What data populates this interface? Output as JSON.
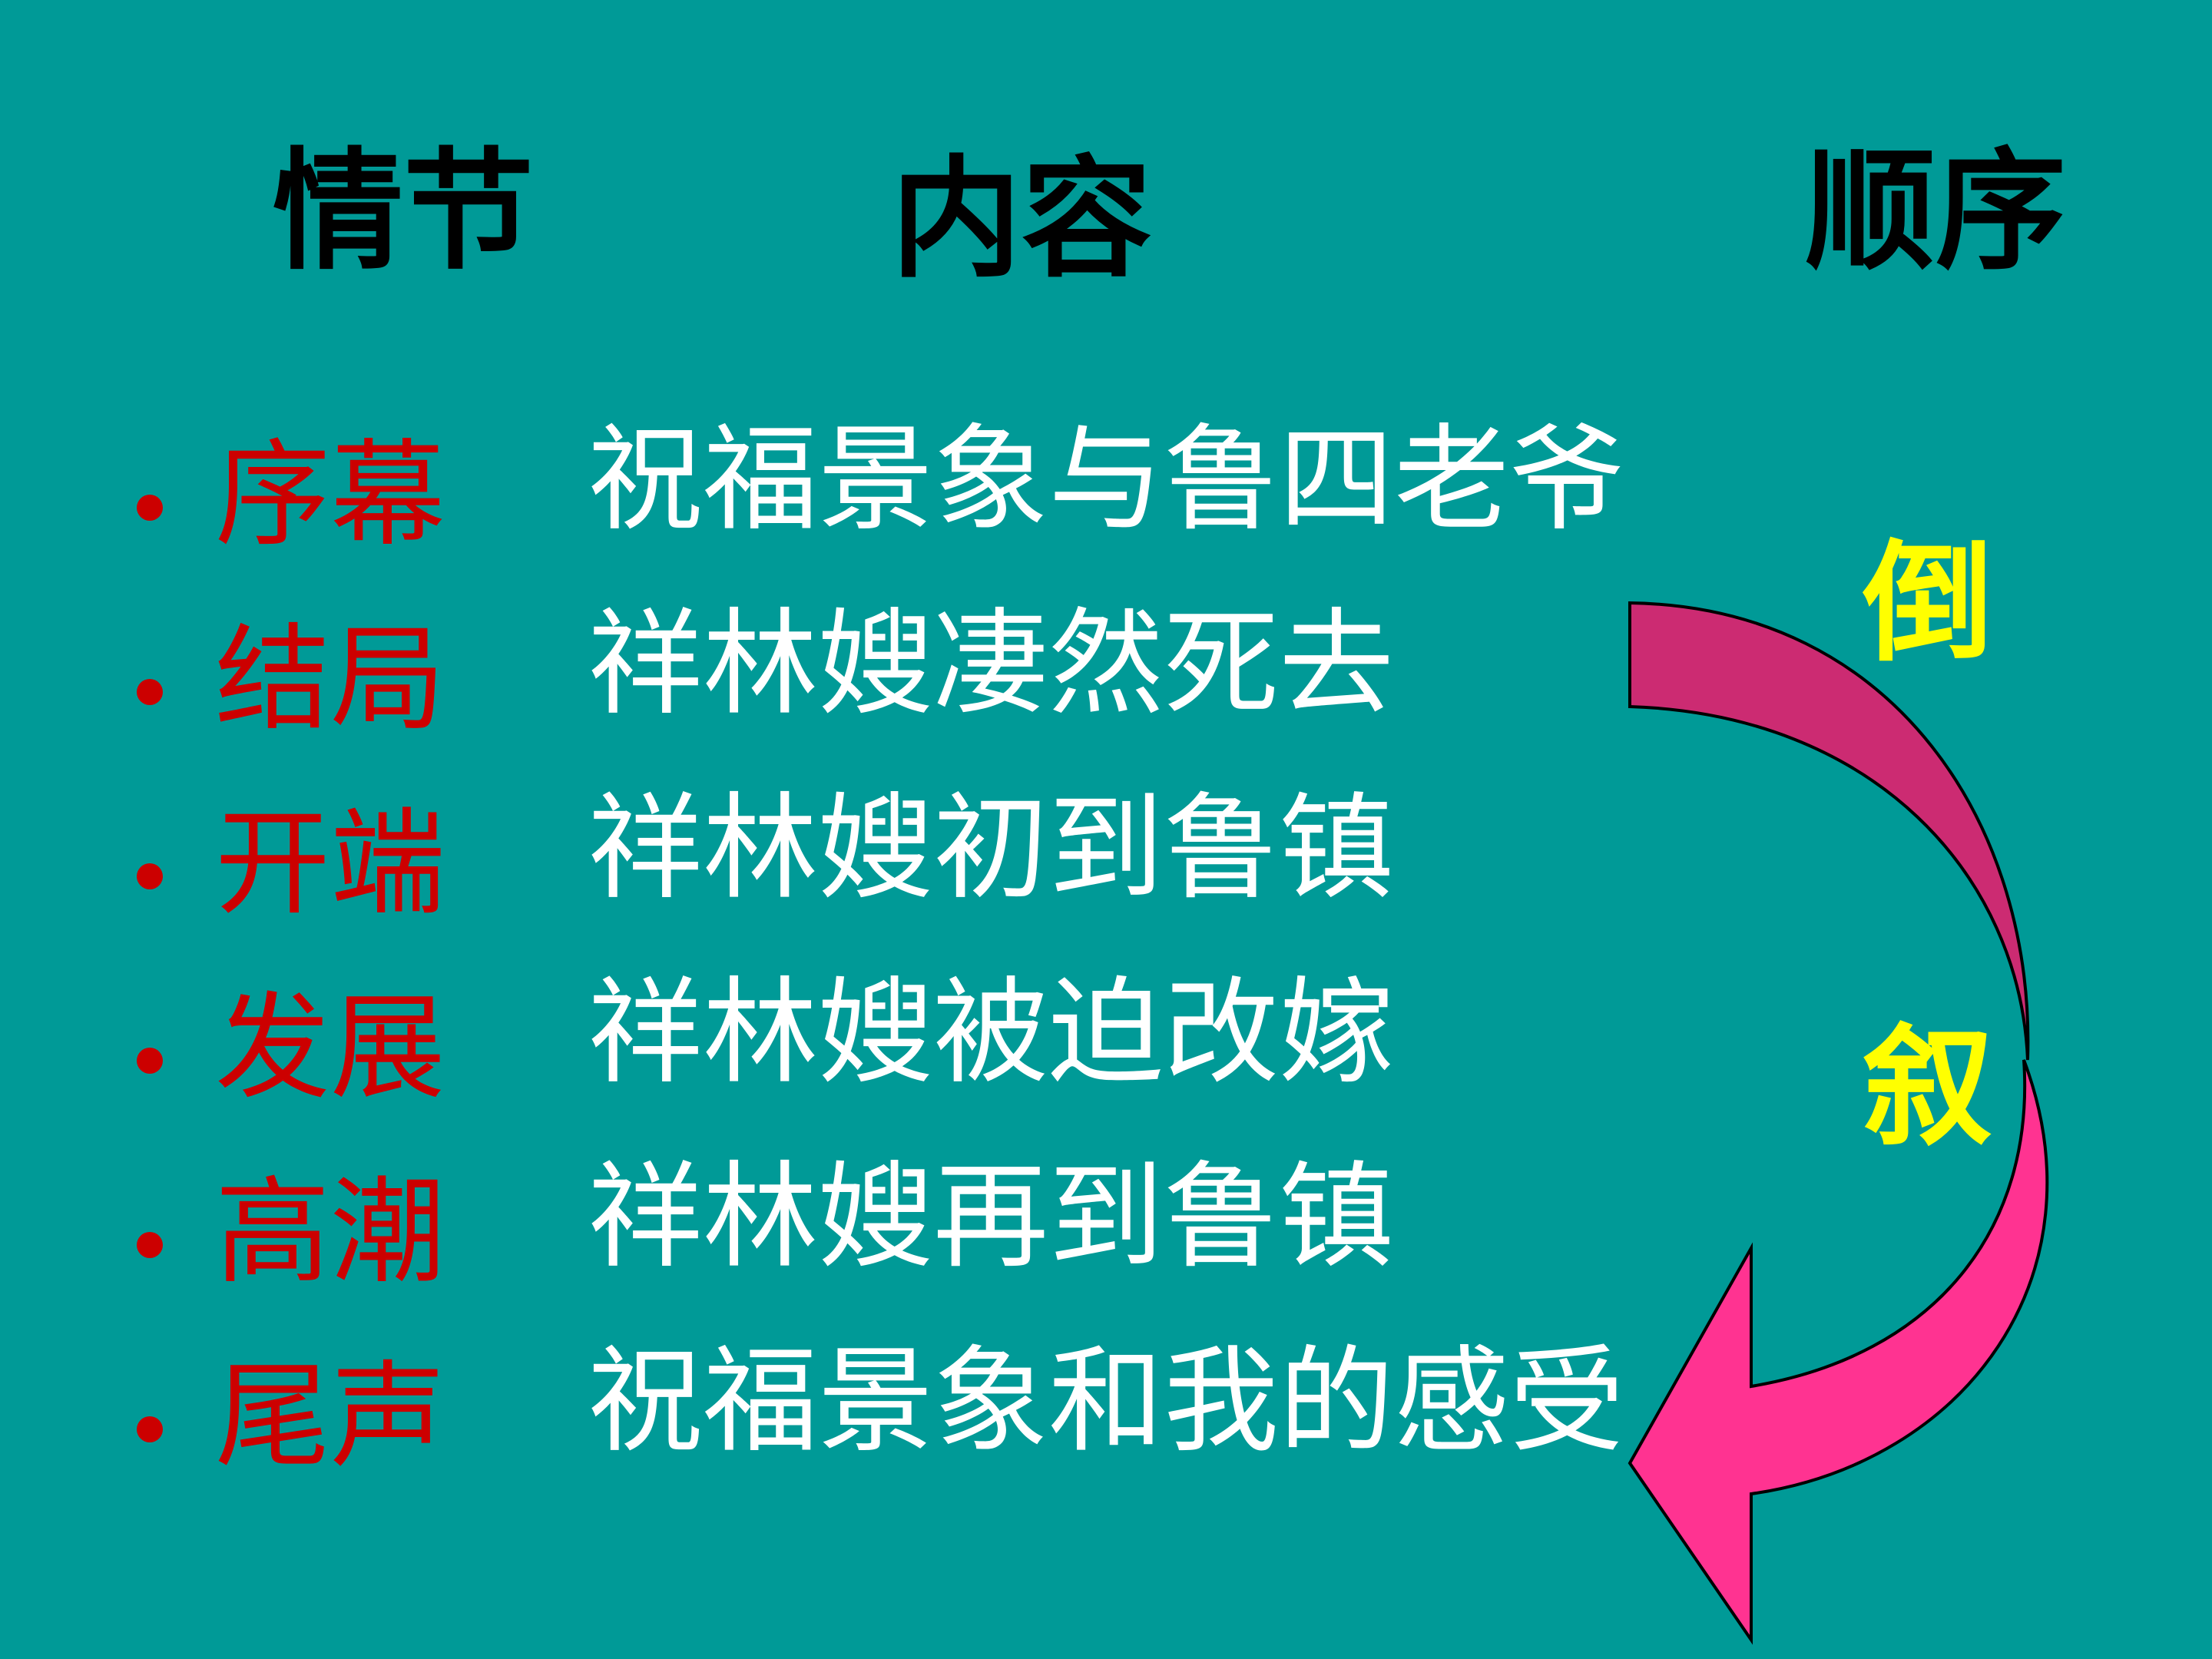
{
  "colors": {
    "background": "#009A97",
    "stage_text": "#CC0000",
    "content_text": "#FFFFFF",
    "order_text": "#FFFF00",
    "arrow_upper": "#CC2B72",
    "arrow_lower": "#FF3391",
    "arrow_outline": "#000000"
  },
  "headers": {
    "plot": "情节",
    "content": "内容",
    "order": "顺序"
  },
  "rows": [
    {
      "stage": "序幕",
      "content": "祝福景象与鲁四老爷"
    },
    {
      "stage": "结局",
      "content": "祥林嫂凄然死去"
    },
    {
      "stage": "开端",
      "content": "祥林嫂初到鲁镇"
    },
    {
      "stage": "发展",
      "content": "祥林嫂被迫改嫁"
    },
    {
      "stage": "高潮",
      "content": "祥林嫂再到鲁镇"
    },
    {
      "stage": "尾声",
      "content": "祝福景象和我的感受"
    }
  ],
  "order_label": [
    "倒",
    "叙"
  ],
  "arrow": {
    "icon": "curved-down-arrow-icon"
  }
}
